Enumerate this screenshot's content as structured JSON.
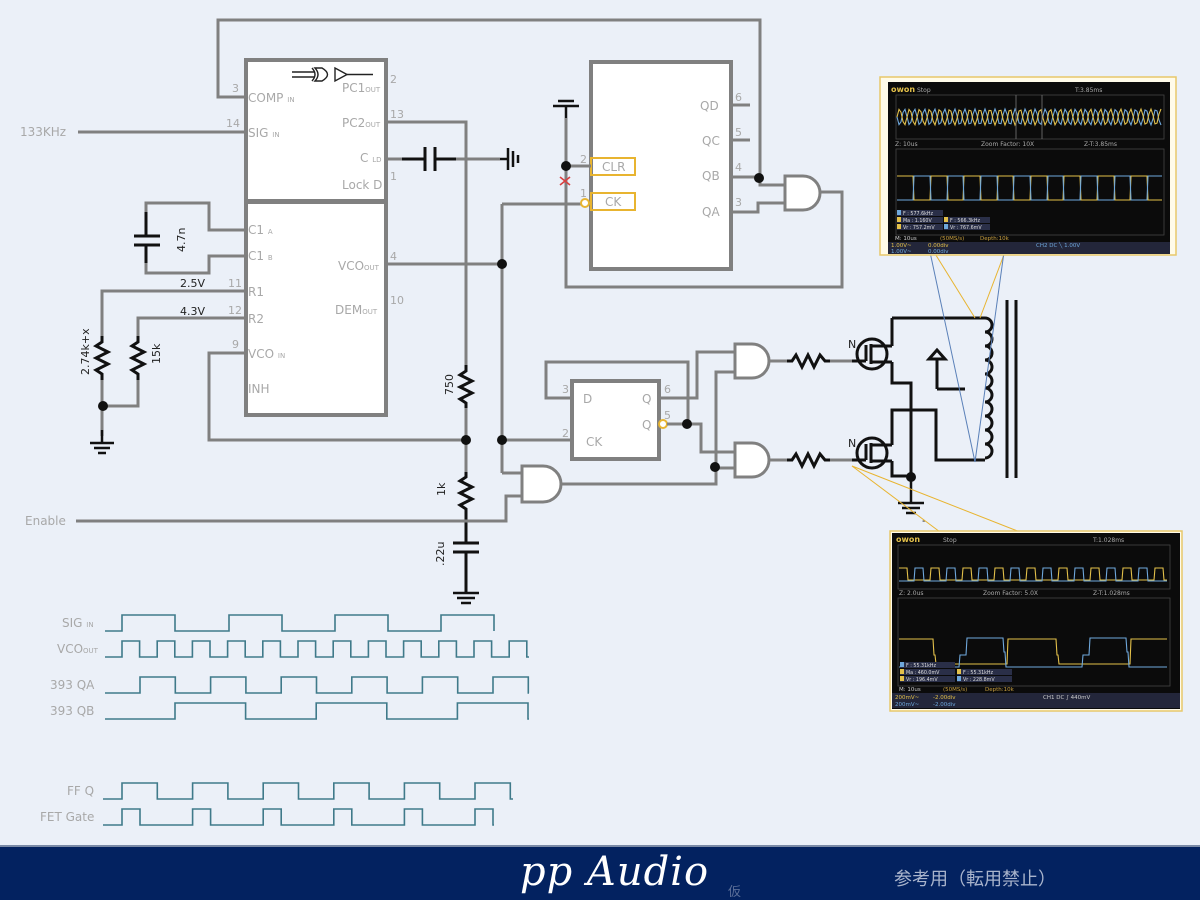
{
  "ic_4046": {
    "pins_upper": [
      {
        "num": "3",
        "label": "COMP",
        "sub": "IN"
      },
      {
        "num": "14",
        "label": "SIG",
        "sub": "IN"
      },
      {
        "num": "2",
        "label": "PC1",
        "sub": "OUT"
      },
      {
        "num": "13",
        "label": "PC2",
        "sub": "OUT"
      },
      {
        "num": "",
        "label": "C",
        "sub": "LD"
      },
      {
        "num": "1",
        "label": "Lock D",
        "sub": ""
      }
    ],
    "pins_lower": [
      {
        "num": "",
        "label": "C1",
        "sub": "A"
      },
      {
        "num": "",
        "label": "C1",
        "sub": "B"
      },
      {
        "num": "11",
        "label": "R1",
        "sub": ""
      },
      {
        "num": "12",
        "label": "R2",
        "sub": ""
      },
      {
        "num": "9",
        "label": "VCO",
        "sub": "IN"
      },
      {
        "num": "",
        "label": "INH",
        "sub": ""
      },
      {
        "num": "4",
        "label": "VCO",
        "sub": "OUT"
      },
      {
        "num": "10",
        "label": "DEM",
        "sub": "OUT"
      }
    ]
  },
  "ic_393": {
    "outputs": [
      {
        "num": "6",
        "label": "QD"
      },
      {
        "num": "5",
        "label": "QC"
      },
      {
        "num": "4",
        "label": "QB"
      },
      {
        "num": "3",
        "label": "QA"
      }
    ],
    "inputs": [
      {
        "num": "2",
        "label": "CLR"
      },
      {
        "num": "1",
        "label": "CK"
      }
    ]
  },
  "flipflop": {
    "pins": [
      {
        "num": "3",
        "label": "D"
      },
      {
        "num": "2",
        "label": "CK"
      },
      {
        "num": "6",
        "label": "Q"
      },
      {
        "num": "5",
        "label": "Q"
      }
    ]
  },
  "inputs": {
    "sig_in": "133KHz",
    "enable": "Enable"
  },
  "components": {
    "c_timing": "4.7n",
    "v_r1": "2.5V",
    "v_r2": "4.3V",
    "r1": "2.74k+x",
    "r2": "15k",
    "r_750": "750",
    "r_1k": "1k",
    "c_22u": ".22u",
    "mosfet_top": "N",
    "mosfet_bottom": "N",
    "minus_mark": "-"
  },
  "timing": {
    "rows": [
      {
        "label": "SIG",
        "sub": "IN"
      },
      {
        "label": "VCO",
        "sub": "OUT"
      },
      {
        "label": "393 QA",
        "sub": ""
      },
      {
        "label": "393 QB",
        "sub": ""
      },
      {
        "label": "FF Q",
        "sub": ""
      },
      {
        "label": "FET Gate",
        "sub": ""
      }
    ]
  },
  "scope_top": {
    "brand": "owon",
    "status": "Stop",
    "trigger_time": "T:3.85ms",
    "zoom_timebase": "Z: 10us",
    "zoom_factor": "Zoom Factor: 10X",
    "zoom_time": "Z-T:3.85ms",
    "meas": [
      {
        "ch": "2",
        "text": "F : 577.6kHz"
      },
      {
        "ch": "1",
        "text": "Ma : 1.160V"
      },
      {
        "ch": "1",
        "text": "F : 566.3kHz"
      },
      {
        "ch": "1",
        "text": "Vr : 757.2mV"
      },
      {
        "ch": "2",
        "text": "Vr : 767.6mV"
      }
    ],
    "timebase": "M: 10us",
    "sample": "(50MS/s)",
    "depth": "Depth:10k",
    "ch1": "1.00V~",
    "ch1_off": "0.00div",
    "ch2": "1.00V~",
    "ch2_off": "0.00div",
    "trigger": "CH2 DC ╲ 1.00V",
    "colors": {
      "ch1": "#e3c04a",
      "ch2": "#6fa8dc",
      "bg": "#0b0b0b"
    }
  },
  "scope_bottom": {
    "brand": "owon",
    "status": "Stop",
    "trigger_time": "T:1.028ms",
    "zoom_timebase": "Z: 2.0us",
    "zoom_factor": "Zoom Factor: 5.0X",
    "zoom_time": "Z-T:1.028ms",
    "meas": [
      {
        "ch": "2",
        "text": "F : 55.31kHz"
      },
      {
        "ch": "1",
        "text": "Ma : 460.0mV"
      },
      {
        "ch": "1",
        "text": "F : 55.31kHz"
      },
      {
        "ch": "1",
        "text": "Vr : 196.4mV"
      },
      {
        "ch": "2",
        "text": "Vr : 228.8mV"
      }
    ],
    "timebase": "M: 10us",
    "sample": "(50MS/s)",
    "depth": "Depth:10k",
    "ch1": "200mV~",
    "ch1_off": "-2.00div",
    "ch2": "200mV~",
    "ch2_off": "-2.00div",
    "trigger": "CH1 DC ∫ 440mV",
    "colors": {
      "ch1": "#e3c04a",
      "ch2": "#6fa8dc",
      "bg": "#0b0b0b"
    }
  },
  "footer": {
    "brand": "pp Audio",
    "brand_sub": "仮",
    "notice": "参考用（転用禁止）"
  }
}
